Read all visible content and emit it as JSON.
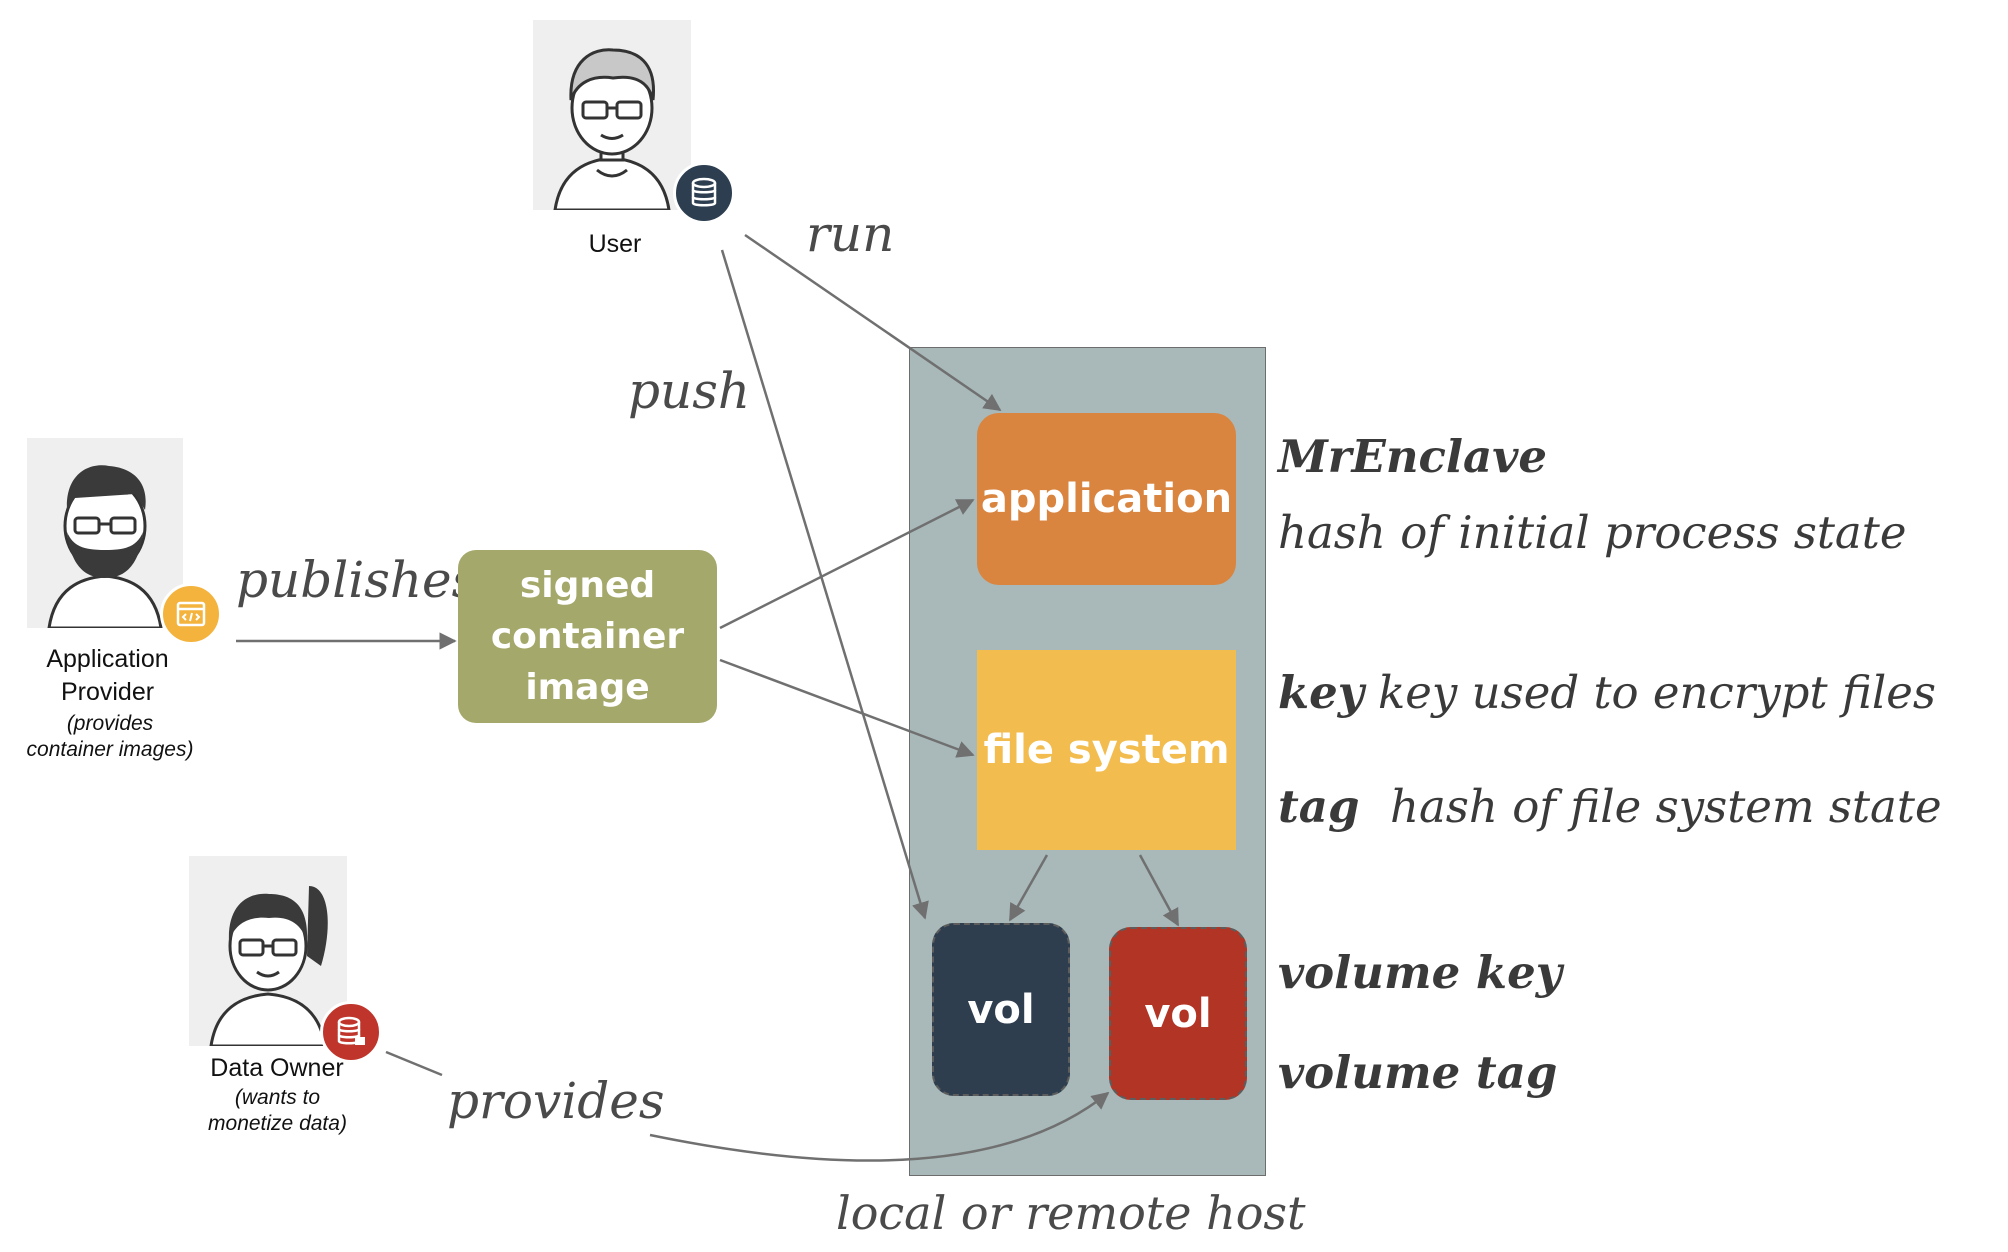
{
  "actors": {
    "user": {
      "name": "User",
      "icon": "database-icon",
      "badge_color": "#2d3e50"
    },
    "app_provider": {
      "name": "Application\nProvider",
      "sub": "(provides\ncontainer images)",
      "icon": "code-window-icon",
      "badge_color": "#f3b33d"
    },
    "data_owner": {
      "name": "Data Owner",
      "sub": "(wants to\nmonetize data)",
      "icon": "database-lock-icon",
      "badge_color": "#c0352b"
    }
  },
  "edges": {
    "run": "run",
    "push": "push",
    "publishes": "publishes",
    "provides": "provides"
  },
  "boxes": {
    "signed_image": {
      "label": "signed\ncontainer\nimage",
      "color": "#a5a86b"
    },
    "application": {
      "label": "application",
      "color": "#d9843f"
    },
    "file_system": {
      "label": "file system",
      "color": "#f2bc4f"
    },
    "vol_left": {
      "label": "vol",
      "color": "#2e3e4f"
    },
    "vol_right": {
      "label": "vol",
      "color": "#b13424"
    }
  },
  "host": {
    "label": "local or remote host",
    "color": "#a9b9b9"
  },
  "annotations": {
    "mrenclave_term": "MrEnclave",
    "mrenclave_desc": "hash of initial process state",
    "key_term": "key",
    "key_desc": "key used to encrypt files",
    "tag_term": "tag",
    "tag_desc": "hash of file system state",
    "volume_key": "volume key",
    "volume_tag": "volume tag"
  }
}
